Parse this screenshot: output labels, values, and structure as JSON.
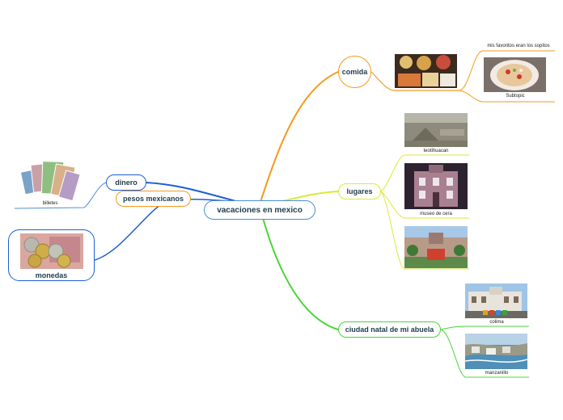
{
  "root": "vacaciones en mexico",
  "left": {
    "dinero": "dinero",
    "pesos": "pesos mexicanos",
    "billetes": "billetes",
    "monedas": "monedas"
  },
  "right": {
    "comida": "comida",
    "comida_sub": "mis favoritos eran los sopitos",
    "comida_subtopic": "Subtopic",
    "lugares": "lugares",
    "lugar1": "teotihuacan",
    "lugar2": "museo de cera",
    "ciudad": "ciudad natal de mi abuela",
    "ciudad1": "colima",
    "ciudad2": "manzanillo"
  },
  "colors": {
    "root_border": "#4a8fd1",
    "blue_branch": "#1a5fd6",
    "orange_branch": "#f39a1e",
    "yellow_branch": "#d8ea3a",
    "green_branch": "#4cd43a"
  },
  "images": [
    "money-bills-image",
    "coins-image",
    "food-image",
    "sopes-image",
    "teotihuacan-image",
    "wax-museum-image",
    "plaza-image",
    "colima-image",
    "manzanillo-image"
  ]
}
